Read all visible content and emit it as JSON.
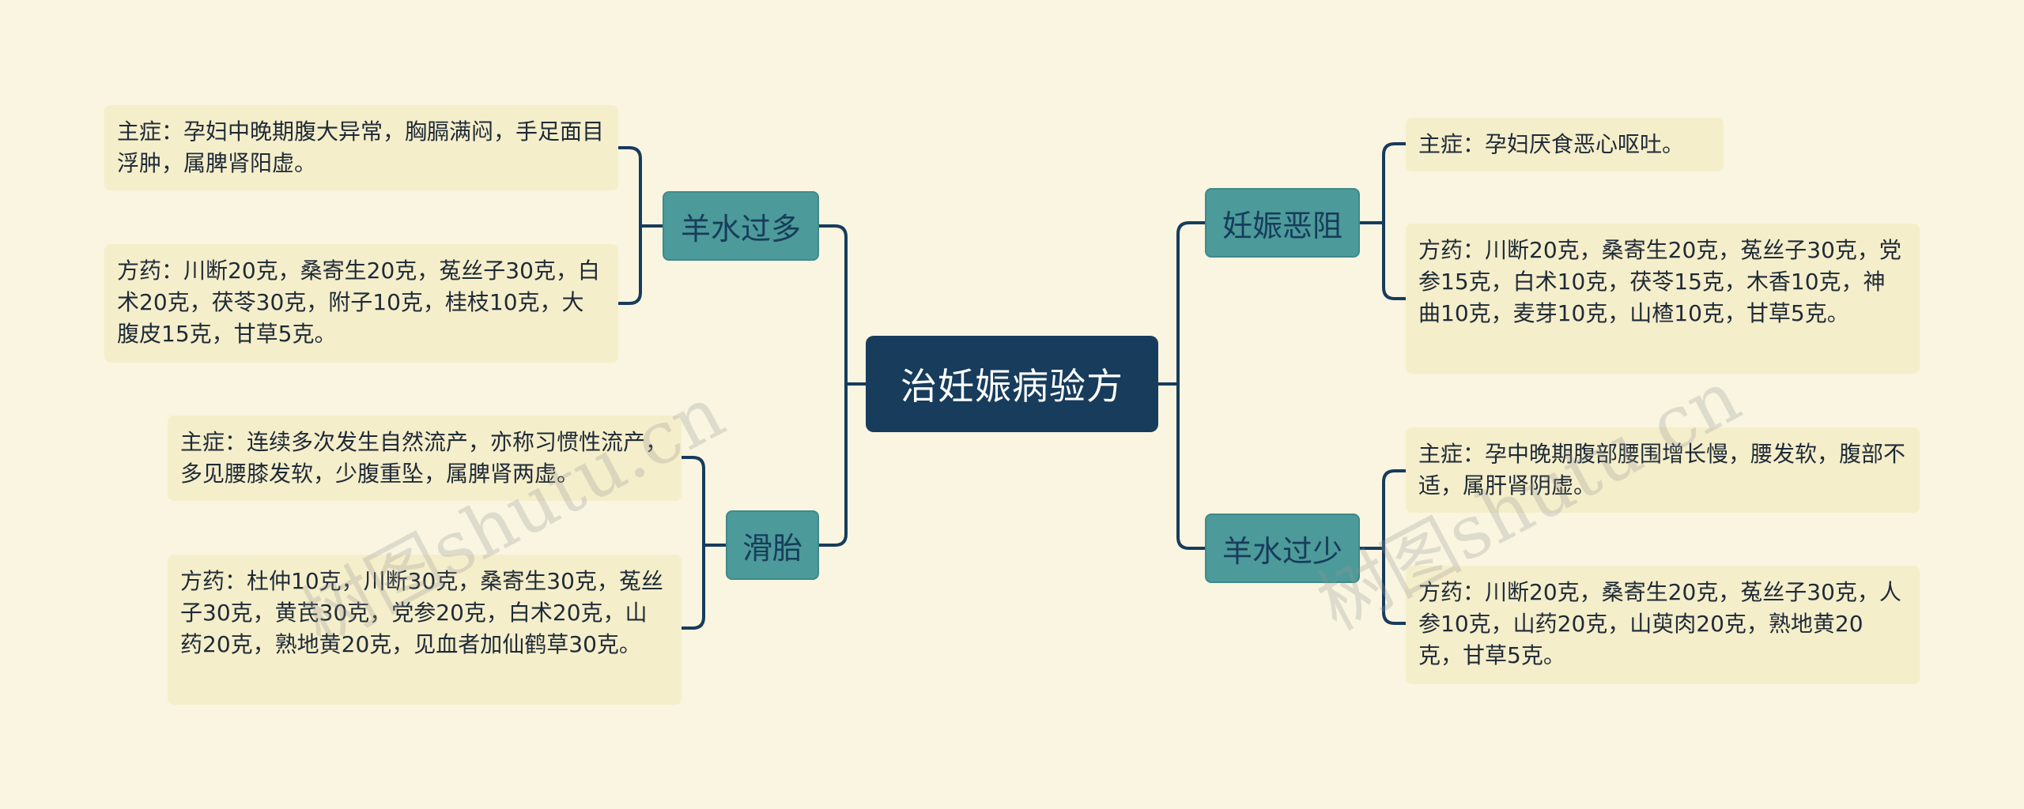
{
  "root": {
    "label": "治妊娠病验方"
  },
  "branches": {
    "yangshui_guoduo": {
      "label": "羊水过多",
      "symptom": "主症：孕妇中晚期腹大异常，胸膈满闷，手足面目浮肿，属脾肾阳虚。",
      "prescription": "方药：川断20克，桑寄生20克，菟丝子30克，白术20克，茯苓30克，附子10克，桂枝10克，大腹皮15克，甘草5克。"
    },
    "huatai": {
      "label": "滑胎",
      "symptom": "主症：连续多次发生自然流产，亦称习惯性流产，多见腰膝发软，少腹重坠，属脾肾两虚。",
      "prescription": "方药：杜仲10克，川断30克，桑寄生30克，菟丝子30克，黄芪30克，党参20克，白术20克，山药20克，熟地黄20克，见血者加仙鹤草30克。"
    },
    "renshen_ezu": {
      "label": "妊娠恶阻",
      "symptom": "主症：孕妇厌食恶心呕吐。",
      "prescription": "方药：川断20克，桑寄生20克，菟丝子30克，党参15克，白术10克，茯苓15克，木香10克，神曲10克，麦芽10克，山楂10克，甘草5克。"
    },
    "yangshui_guoshao": {
      "label": "羊水过少",
      "symptom": "主症：孕中晚期腹部腰围增长慢，腰发软，腹部不适，属肝肾阴虚。",
      "prescription": "方药：川断20克，桑寄生20克，菟丝子30克，人参10克，山药20克，山萸肉20克，熟地黄20克，甘草5克。"
    }
  },
  "watermark": {
    "text": "树图shutu.cn"
  },
  "colors": {
    "background": "#f9f5e0",
    "root": "#173c5c",
    "branch": "#4c9a99",
    "leaf": "#f5eecb",
    "line": "#173c5c"
  }
}
